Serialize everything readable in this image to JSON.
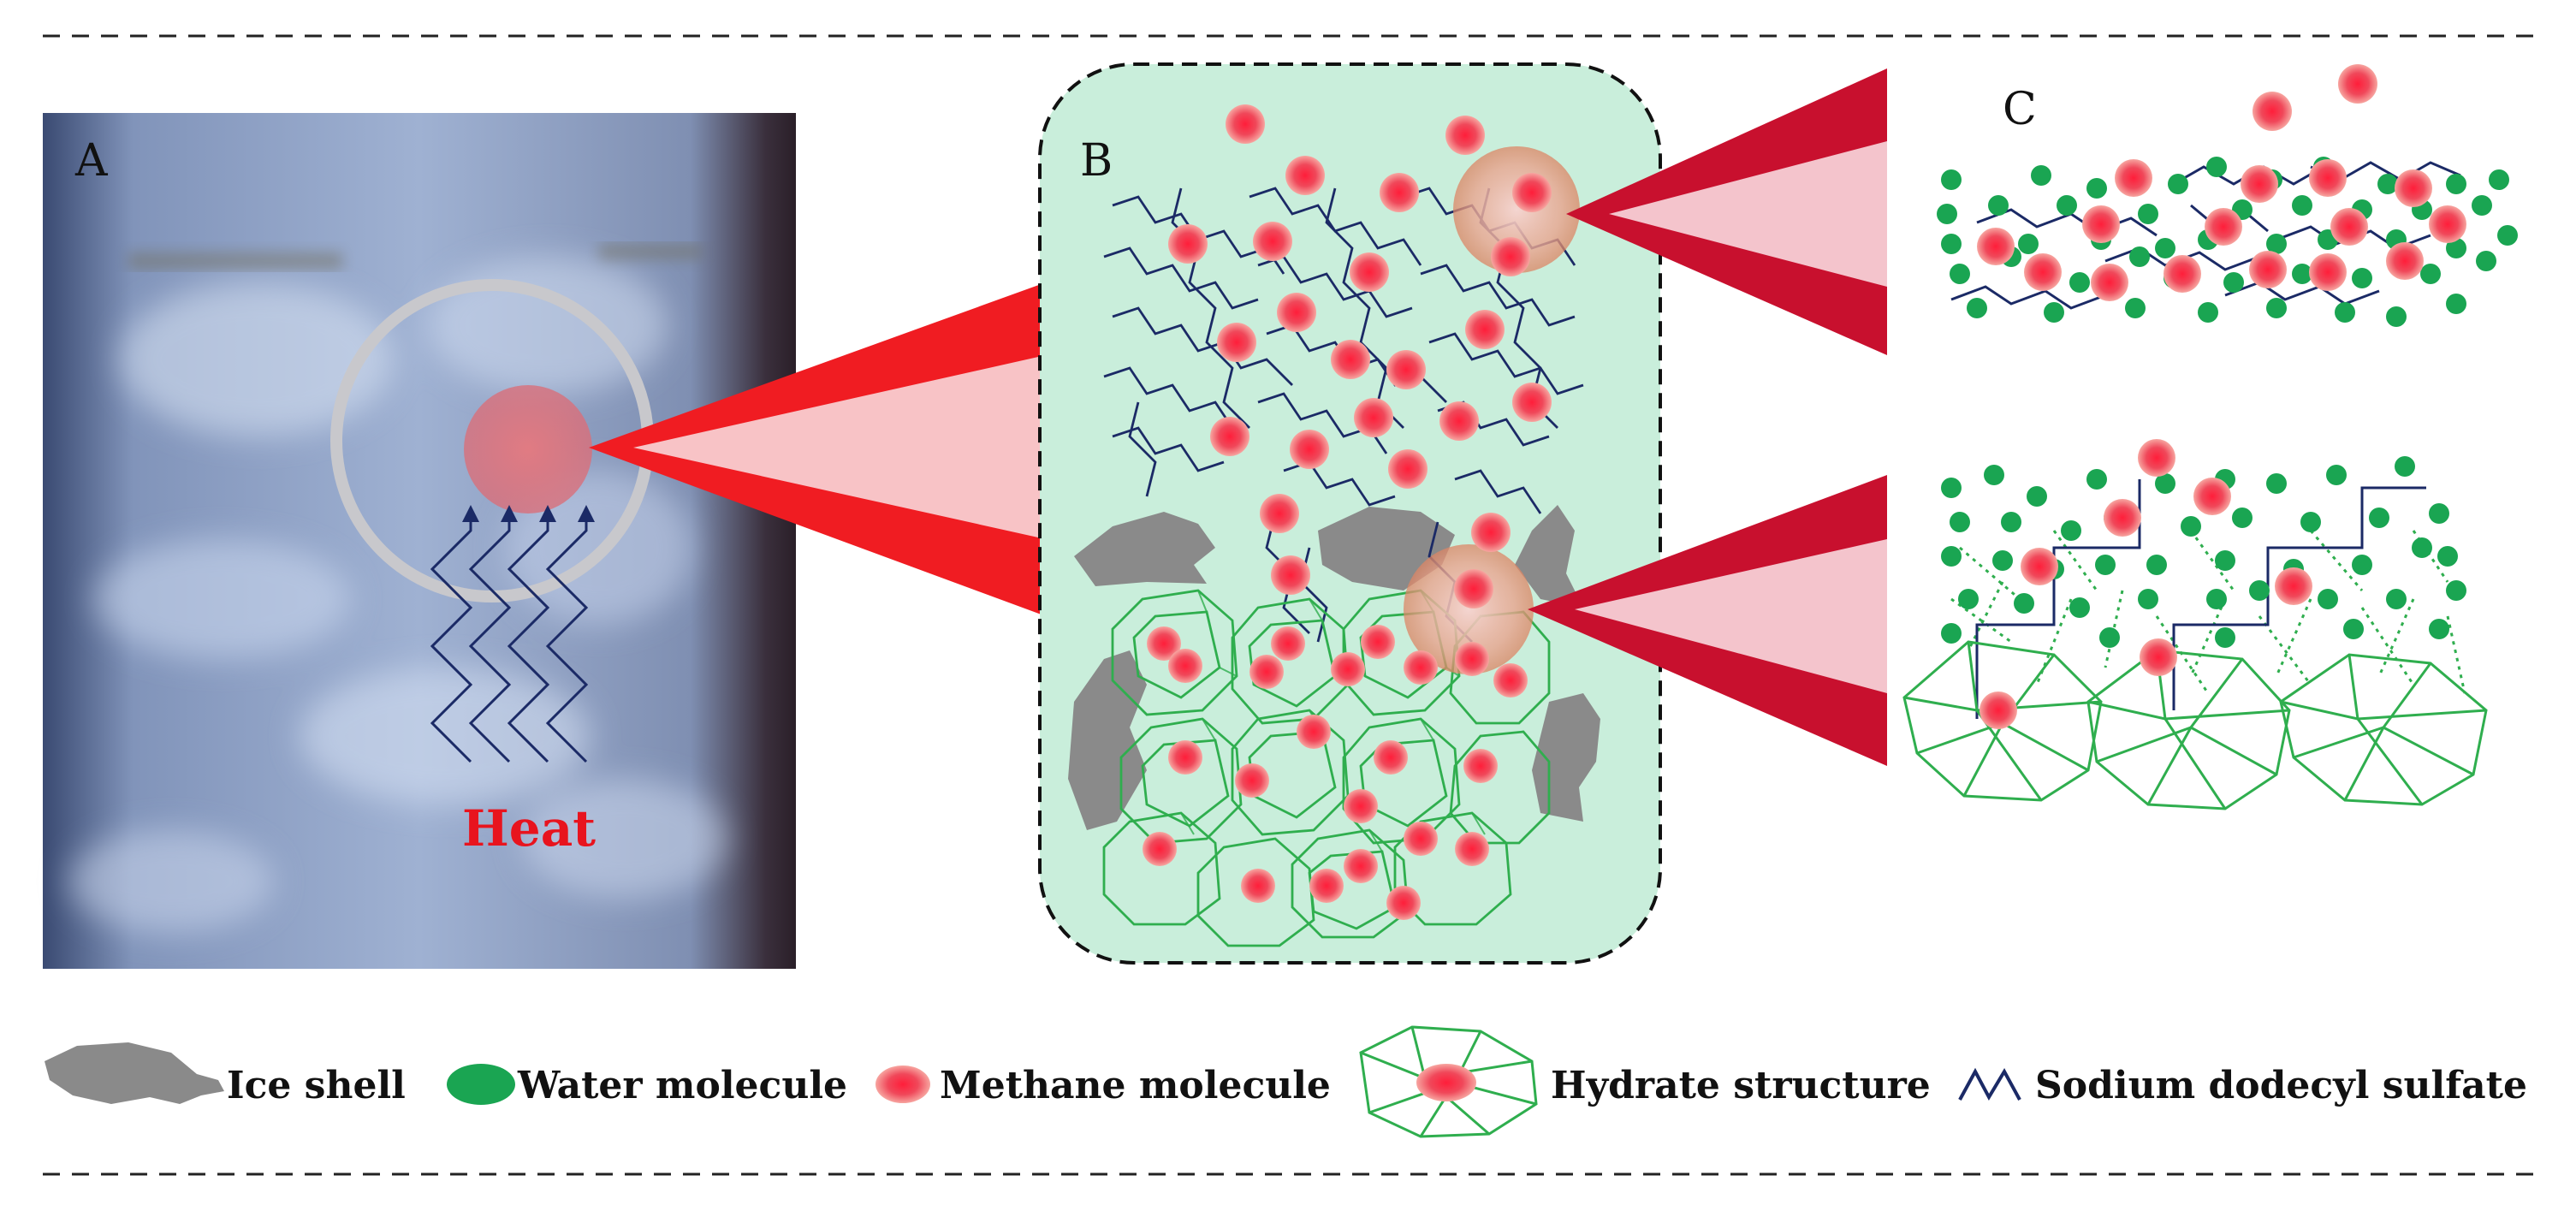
{
  "panels": {
    "a": {
      "letter": "A",
      "heat_label": "Heat"
    },
    "b": {
      "letter": "B"
    },
    "c": {
      "letter": "C"
    }
  },
  "legend": {
    "ice_shell": "Ice shell",
    "water_molecule": "Water molecule",
    "methane_molecule": "Methane molecule",
    "hydrate_structure": "Hydrate structure",
    "sds": "Sodium dodecyl sulfate"
  },
  "colors": {
    "water": "#1aa552",
    "methane": "#e8233a",
    "ice": "#8a8a8a",
    "sds": "#1b2a66",
    "hydrate": "#2fae4e",
    "panel_b_bg": "#c9eedb",
    "zoom_red": "#f01c22",
    "zoom_crimson": "#c8102e",
    "zoom_pink": "#f8c3c6"
  }
}
